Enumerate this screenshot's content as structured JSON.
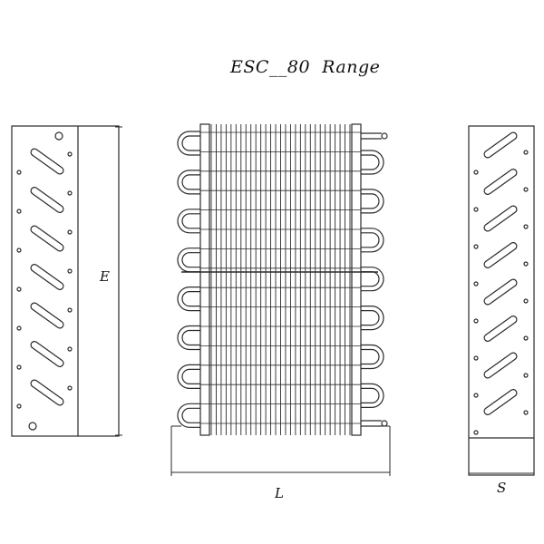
{
  "drawing": {
    "title": "ESC__80  Range",
    "dimensions": {
      "height_label": "E",
      "length_label": "L",
      "depth_label": "S"
    },
    "views": {
      "left": {
        "slots": 7,
        "rivets_per_column": 7
      },
      "front": {
        "tube_bends_per_side": 8,
        "fin_count": 29
      },
      "right": {
        "slots": 8,
        "rivets_per_column": 8
      }
    },
    "colors": {
      "line": "#2a2a2a",
      "background": "#ffffff"
    }
  }
}
